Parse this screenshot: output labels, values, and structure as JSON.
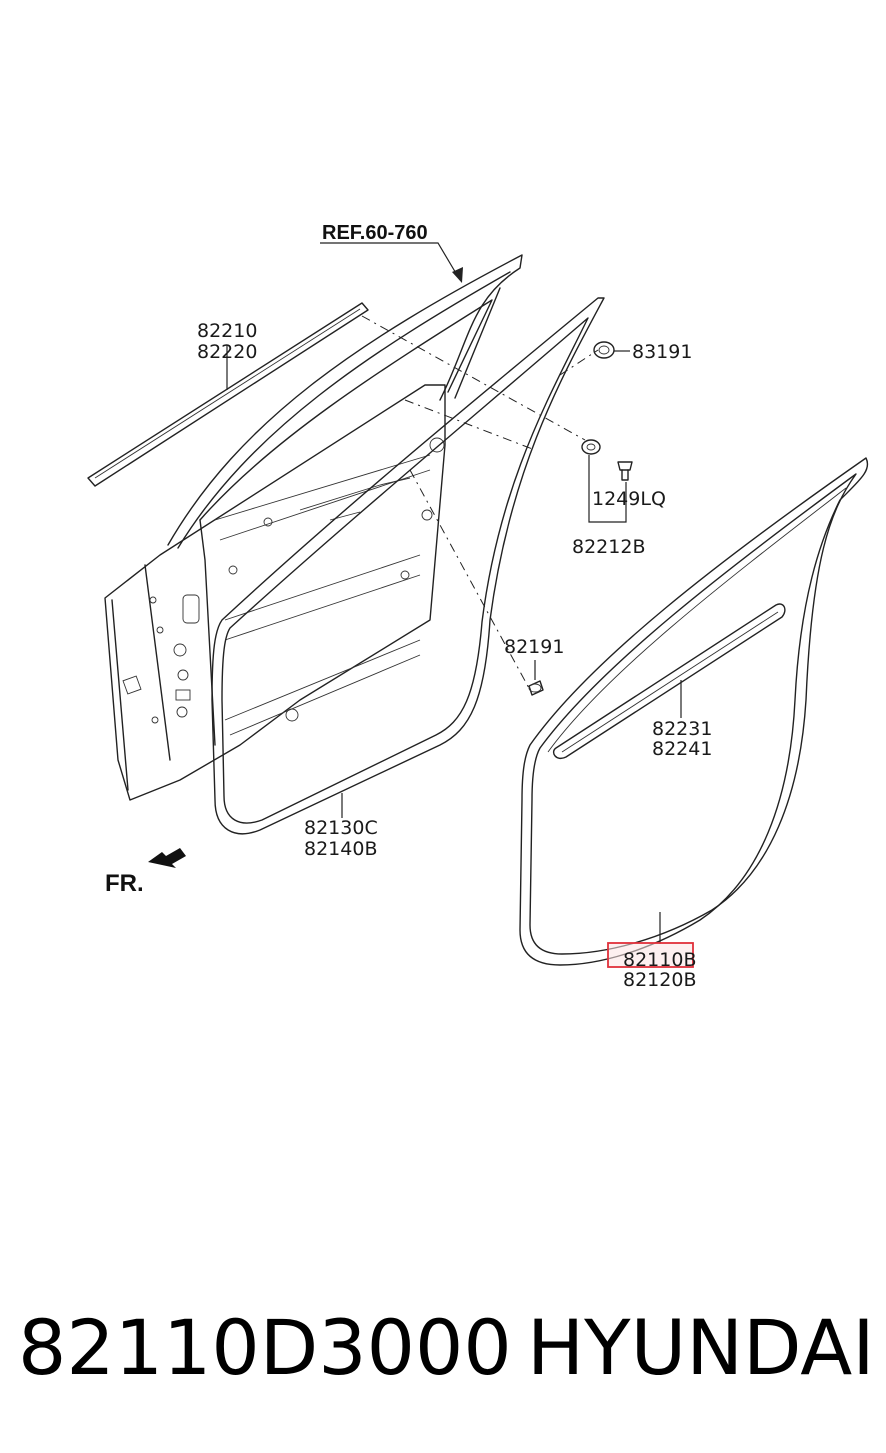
{
  "diagram": {
    "ref_label": "REF.60-760",
    "front_label": "FR.",
    "highlight_color": "#e0303a",
    "callouts": [
      {
        "id": "82210",
        "lines": [
          "82210",
          "82220"
        ]
      },
      {
        "id": "83191",
        "lines": [
          "83191"
        ]
      },
      {
        "id": "1249LQ",
        "lines": [
          "1249LQ"
        ]
      },
      {
        "id": "82212B",
        "lines": [
          "82212B"
        ]
      },
      {
        "id": "82191",
        "lines": [
          "82191"
        ]
      },
      {
        "id": "82231",
        "lines": [
          "82231",
          "82241"
        ]
      },
      {
        "id": "82130C",
        "lines": [
          "82130C",
          "82140B"
        ]
      },
      {
        "id": "82110B",
        "lines": [
          "82110B",
          "82120B"
        ],
        "highlighted": true
      }
    ]
  },
  "caption": {
    "part_number": "82110D3000",
    "brand": "HYUNDAI"
  }
}
